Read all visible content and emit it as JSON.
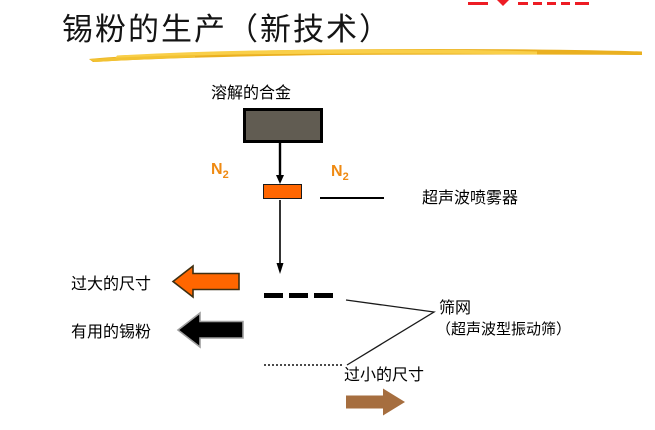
{
  "page": {
    "title": "锡粉的生产（新技术）"
  },
  "diagram": {
    "molten_alloy": "溶解的合金",
    "n2_left": {
      "base": "N",
      "sub": "2"
    },
    "n2_right": {
      "base": "N",
      "sub": "2"
    },
    "atomizer": "超声波喷雾器",
    "oversize": "过大的尺寸",
    "useful_powder": "有用的锡粉",
    "sieve": "筛网",
    "sieve_note": "（超声波型振动筛）",
    "undersize": "过小的尺寸"
  },
  "colors": {
    "accent_orange": "#ff6600",
    "n2_orange": "#ef8a12",
    "arrow_brown": "#a66e3f",
    "box_gray": "#615c52",
    "highlight_yellow": "#f2c232",
    "logo_red": "#ed1c24",
    "ink_black": "#000000"
  }
}
